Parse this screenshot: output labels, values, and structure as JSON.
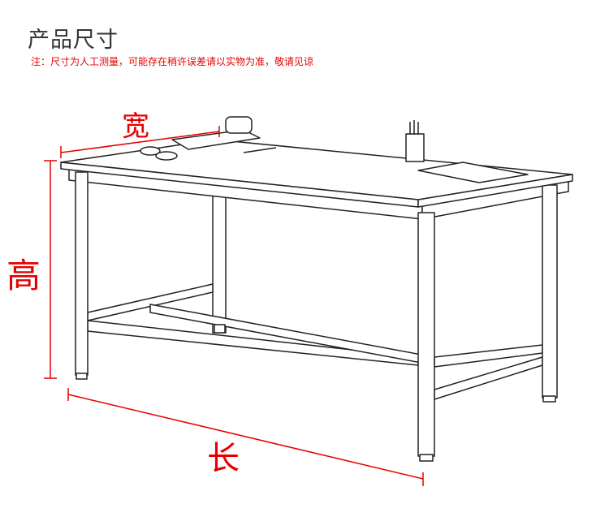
{
  "header": {
    "title": "产品尺寸",
    "note": "注：尺寸为人工测量，可能存在稍许误差请以实物为准，敬请见谅"
  },
  "dimensions": {
    "width_label": "宽",
    "height_label": "高",
    "length_label": "长"
  },
  "colors": {
    "accent": "#e60000",
    "line": "#222222",
    "title": "#333333"
  }
}
